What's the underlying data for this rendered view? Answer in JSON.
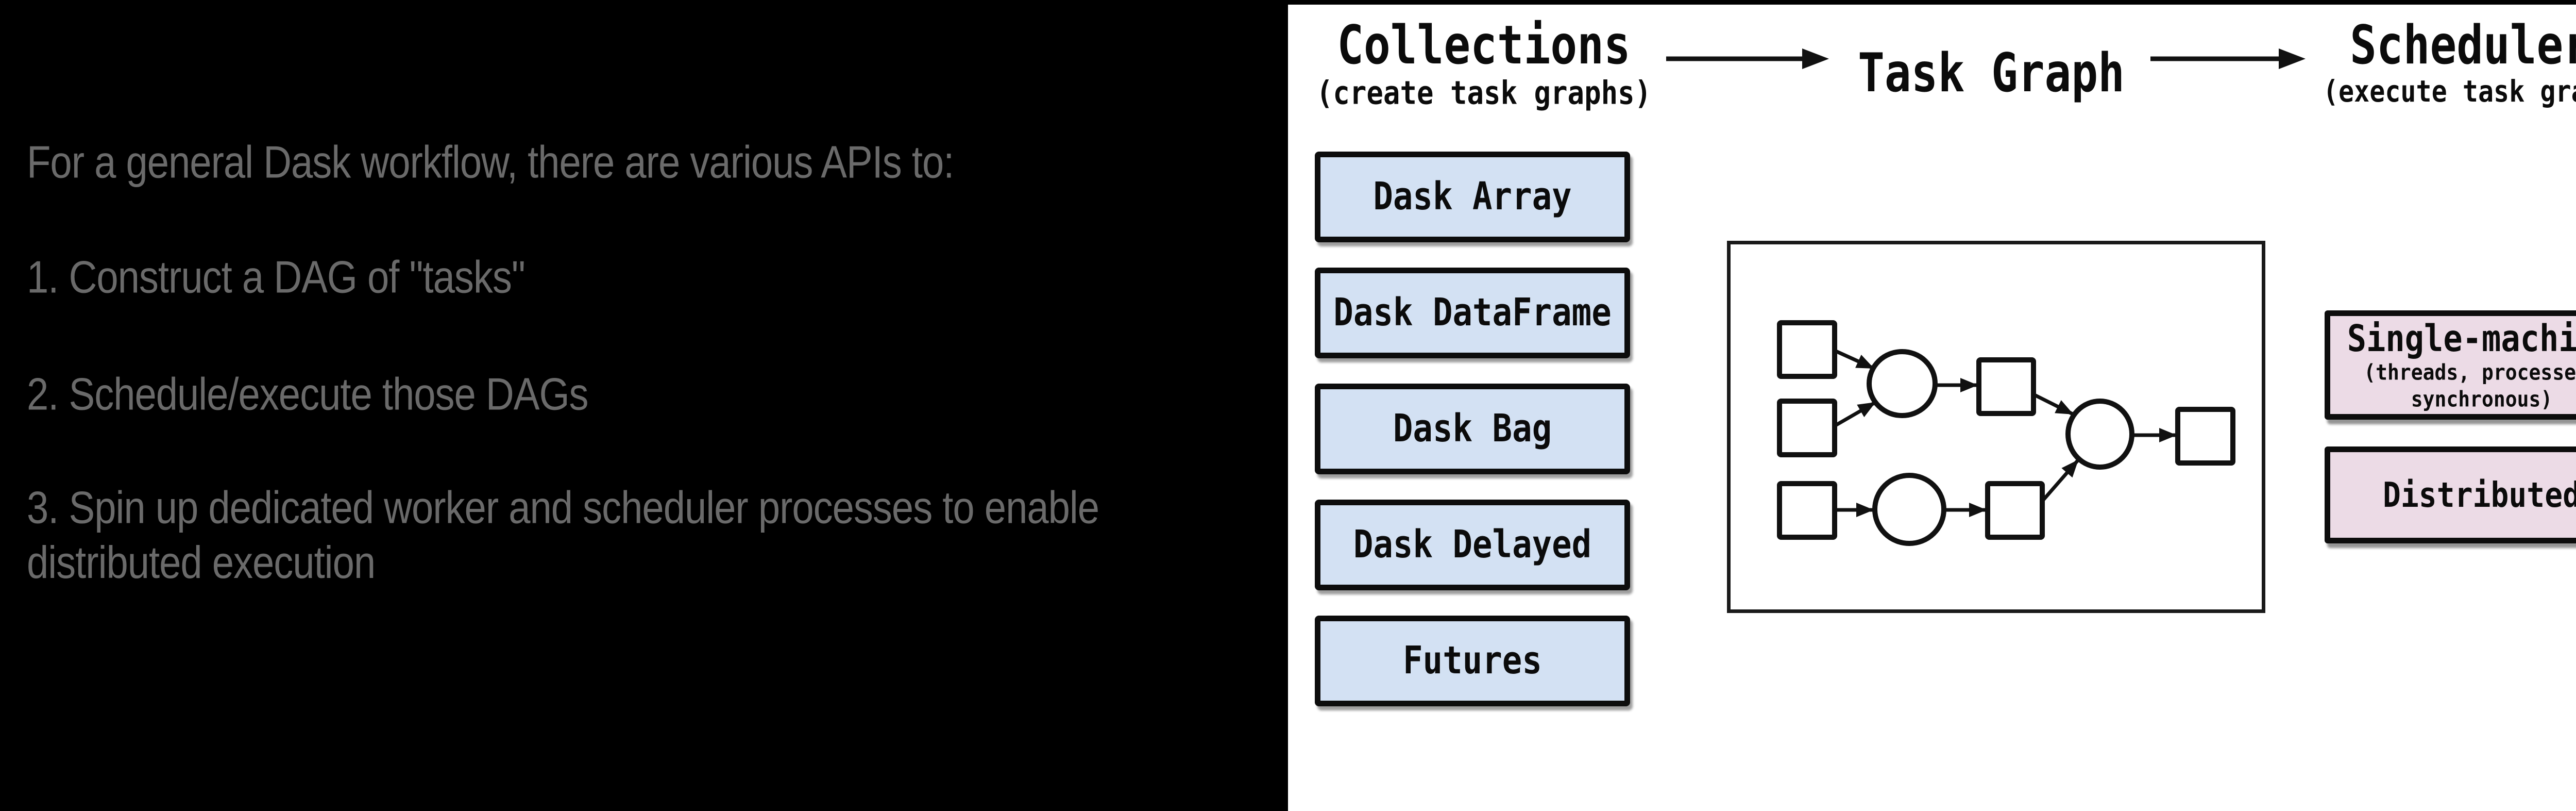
{
  "left_panel": {
    "background": "#000000",
    "text_color": "#6a6a6a",
    "intro": "For a general Dask workflow, there are various APIs to:",
    "items": [
      {
        "lines": [
          "1. Construct a DAG of \"tasks\""
        ]
      },
      {
        "lines": [
          "2. Schedule/execute those DAGs"
        ]
      },
      {
        "lines": [
          "3. Spin up dedicated worker and scheduler processes to enable",
          "distributed execution"
        ]
      }
    ]
  },
  "diagram": {
    "flow_headers": [
      {
        "title": "Collections",
        "subtitle": "(create task graphs)"
      },
      {
        "title": "Task Graph",
        "subtitle": ""
      },
      {
        "title": "Schedulers",
        "subtitle": "(execute task graphs)"
      }
    ],
    "collection_boxes": [
      "Dask Array",
      "Dask DataFrame",
      "Dask Bag",
      "Dask Delayed",
      "Futures"
    ],
    "scheduler_boxes": [
      {
        "title": "Single-machine",
        "subtitle_lines": [
          "(threads, processes,",
          "synchronous)"
        ]
      },
      {
        "title": "Distributed",
        "subtitle_lines": []
      }
    ],
    "task_graph": {
      "squares": 6,
      "circles": 3
    },
    "colors": {
      "collection_box_fill": "#d3e1f3",
      "scheduler_box_fill": "#ecdbe6",
      "box_border": "#0d0d0d",
      "arrow": "#111111",
      "left_text": "#6a6a6a"
    }
  }
}
